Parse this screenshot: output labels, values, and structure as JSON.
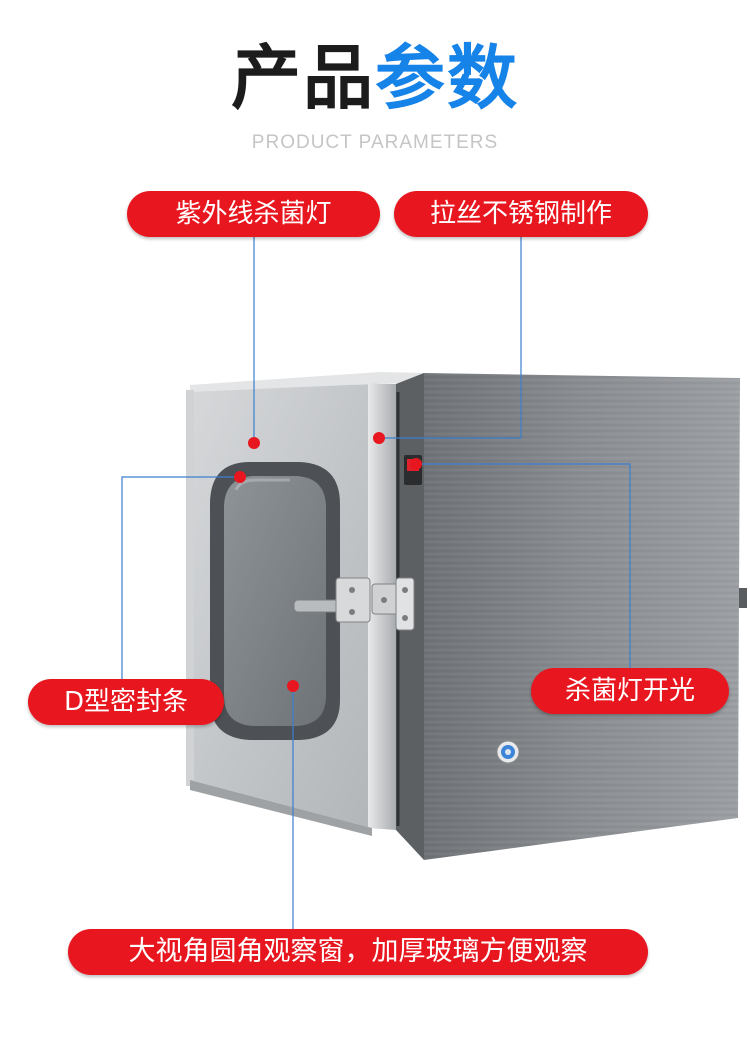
{
  "header": {
    "title_part1": "产品",
    "title_part2": "参数",
    "subtitle": "PRODUCT PARAMETERS"
  },
  "callouts": {
    "uv_lamp": "紫外线杀菌灯",
    "brushed_steel": "拉丝不锈钢制作",
    "lamp_switch": "杀菌灯开光",
    "seal_strip": "D型密封条",
    "window": "大视角圆角观察窗，加厚玻璃方便观察"
  },
  "colors": {
    "title_dark": "#1c1c1c",
    "title_blue": "#1683e8",
    "callout_red": "#e8171f",
    "leader_blue": "#3a7fd0"
  }
}
